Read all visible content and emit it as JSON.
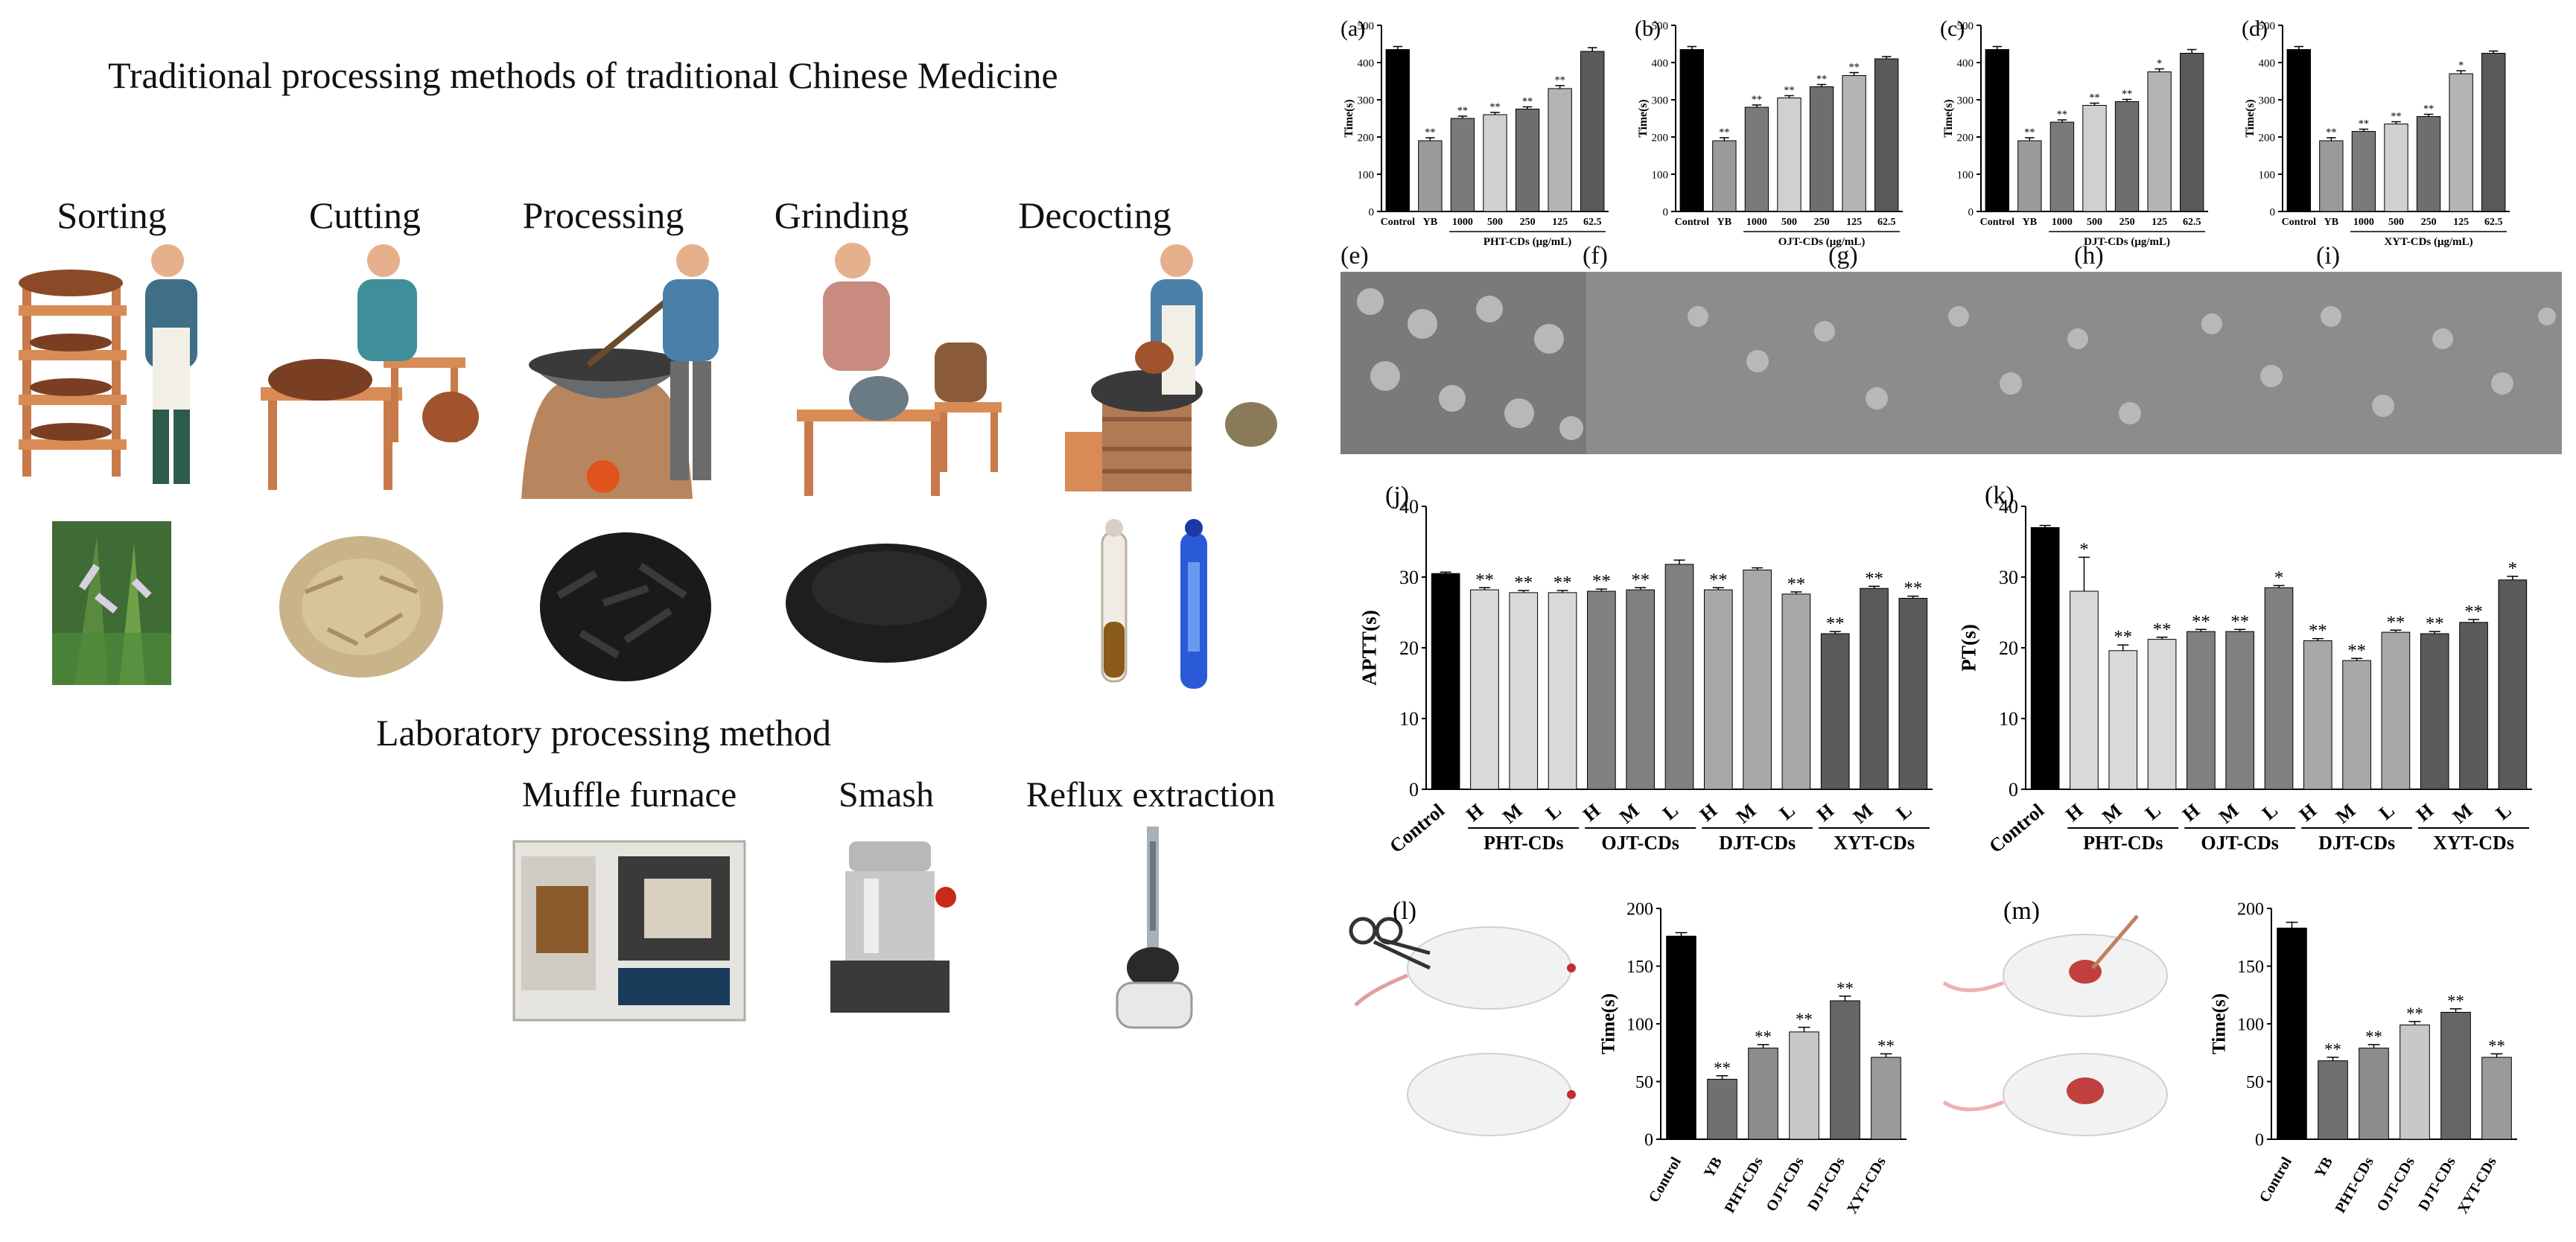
{
  "left": {
    "title": "Traditional processing methods of traditional Chinese Medicine",
    "steps": [
      "Sorting",
      "Cutting",
      "Processing",
      "Grinding",
      "Decocting"
    ],
    "lab_title": "Laboratory processing method",
    "lab_methods": [
      "Muffle furnace",
      "Smash",
      "Reflux extraction"
    ]
  },
  "sem_labels": [
    "(e)",
    "(f)",
    "(g)",
    "(h)",
    "(i)"
  ],
  "chart_data": [
    {
      "panel": "(a)",
      "type": "bar",
      "ylabel": "Time(s)",
      "ylim": [
        0,
        500
      ],
      "yticks": [
        0,
        100,
        200,
        300,
        400,
        500
      ],
      "categories": [
        "Control",
        "YB",
        "1000",
        "500",
        "250",
        "125",
        "62.5"
      ],
      "values": [
        435,
        190,
        250,
        260,
        275,
        330,
        430
      ],
      "errors": [
        8,
        8,
        6,
        6,
        6,
        8,
        10
      ],
      "marks": [
        "",
        "**",
        "**",
        "**",
        "**",
        "**",
        ""
      ],
      "colors": [
        "#000000",
        "#9a9a9a",
        "#7a7a7a",
        "#d0d0d0",
        "#6e6e6e",
        "#b4b4b4",
        "#5a5a5a"
      ],
      "group_label": "PHT-CDs (μg/mL)",
      "group_start": 2
    },
    {
      "panel": "(b)",
      "type": "bar",
      "ylabel": "Time(s)",
      "ylim": [
        0,
        500
      ],
      "yticks": [
        0,
        100,
        200,
        300,
        400,
        500
      ],
      "categories": [
        "Control",
        "YB",
        "1000",
        "500",
        "250",
        "125",
        "62.5"
      ],
      "values": [
        435,
        190,
        280,
        305,
        335,
        365,
        410
      ],
      "errors": [
        8,
        8,
        6,
        6,
        6,
        8,
        6
      ],
      "marks": [
        "",
        "**",
        "**",
        "**",
        "**",
        "**",
        ""
      ],
      "colors": [
        "#000000",
        "#9a9a9a",
        "#7a7a7a",
        "#d0d0d0",
        "#6e6e6e",
        "#b4b4b4",
        "#5a5a5a"
      ],
      "group_label": "OJT-CDs (μg/mL)",
      "group_start": 2
    },
    {
      "panel": "(c)",
      "type": "bar",
      "ylabel": "Time(s)",
      "ylim": [
        0,
        500
      ],
      "yticks": [
        0,
        100,
        200,
        300,
        400,
        500
      ],
      "categories": [
        "Control",
        "YB",
        "1000",
        "500",
        "250",
        "125",
        "62.5"
      ],
      "values": [
        435,
        190,
        240,
        285,
        295,
        375,
        425
      ],
      "errors": [
        8,
        8,
        6,
        6,
        6,
        8,
        10
      ],
      "marks": [
        "",
        "**",
        "**",
        "**",
        "**",
        "*",
        ""
      ],
      "colors": [
        "#000000",
        "#9a9a9a",
        "#7a7a7a",
        "#d0d0d0",
        "#6e6e6e",
        "#b4b4b4",
        "#5a5a5a"
      ],
      "group_label": "DJT-CDs (μg/mL)",
      "group_start": 2
    },
    {
      "panel": "(d)",
      "type": "bar",
      "ylabel": "Time(s)",
      "ylim": [
        0,
        500
      ],
      "yticks": [
        0,
        100,
        200,
        300,
        400,
        500
      ],
      "categories": [
        "Control",
        "YB",
        "1000",
        "500",
        "250",
        "125",
        "62.5"
      ],
      "values": [
        435,
        190,
        215,
        235,
        255,
        370,
        425
      ],
      "errors": [
        8,
        8,
        6,
        6,
        6,
        8,
        6
      ],
      "marks": [
        "",
        "**",
        "**",
        "**",
        "**",
        "*",
        ""
      ],
      "colors": [
        "#000000",
        "#9a9a9a",
        "#7a7a7a",
        "#d0d0d0",
        "#6e6e6e",
        "#b4b4b4",
        "#5a5a5a"
      ],
      "group_label": "XYT-CDs (μg/mL)",
      "group_start": 2
    },
    {
      "panel": "(j)",
      "type": "bar",
      "ylabel": "APTT(s)",
      "ylim": [
        0,
        40
      ],
      "yticks": [
        0,
        10,
        20,
        30,
        40
      ],
      "categories": [
        "Control",
        "H",
        "M",
        "L",
        "H",
        "M",
        "L",
        "H",
        "M",
        "L",
        "H",
        "M",
        "L"
      ],
      "values": [
        30.5,
        28.2,
        27.8,
        27.8,
        28.0,
        28.2,
        31.8,
        28.2,
        31.0,
        27.6,
        22.0,
        28.4,
        27.0
      ],
      "errors": [
        0.2,
        0.3,
        0.3,
        0.3,
        0.3,
        0.3,
        0.6,
        0.3,
        0.3,
        0.3,
        0.3,
        0.3,
        0.3
      ],
      "marks": [
        "",
        "**",
        "**",
        "**",
        "**",
        "**",
        "",
        "**",
        "",
        "**",
        "**",
        "**",
        "**"
      ],
      "colors": [
        "#000000",
        "#d9d9d9",
        "#d9d9d9",
        "#d9d9d9",
        "#808080",
        "#808080",
        "#808080",
        "#a8a8a8",
        "#a8a8a8",
        "#a8a8a8",
        "#5a5a5a",
        "#5a5a5a",
        "#5a5a5a"
      ],
      "groups": [
        "PHT-CDs",
        "OJT-CDs",
        "DJT-CDs",
        "XYT-CDs"
      ]
    },
    {
      "panel": "(k)",
      "type": "bar",
      "ylabel": "PT(s)",
      "ylim": [
        0,
        40
      ],
      "yticks": [
        0,
        10,
        20,
        30,
        40
      ],
      "categories": [
        "Control",
        "H",
        "M",
        "L",
        "H",
        "M",
        "L",
        "H",
        "M",
        "L",
        "H",
        "M",
        "L"
      ],
      "values": [
        37.0,
        28.0,
        19.6,
        21.2,
        22.3,
        22.3,
        28.5,
        21.0,
        18.2,
        22.2,
        22.0,
        23.6,
        29.6
      ],
      "errors": [
        0.3,
        4.8,
        0.8,
        0.3,
        0.3,
        0.3,
        0.3,
        0.3,
        0.3,
        0.3,
        0.3,
        0.4,
        0.5
      ],
      "marks": [
        "",
        "*",
        "**",
        "**",
        "**",
        "**",
        "*",
        "**",
        "**",
        "**",
        "**",
        "**",
        "*"
      ],
      "colors": [
        "#000000",
        "#d9d9d9",
        "#d9d9d9",
        "#d9d9d9",
        "#808080",
        "#808080",
        "#808080",
        "#a8a8a8",
        "#a8a8a8",
        "#a8a8a8",
        "#5a5a5a",
        "#5a5a5a",
        "#5a5a5a"
      ],
      "groups": [
        "PHT-CDs",
        "OJT-CDs",
        "DJT-CDs",
        "XYT-CDs"
      ]
    },
    {
      "panel": "(l)",
      "type": "bar",
      "ylabel": "Time(s)",
      "ylim": [
        0,
        200
      ],
      "yticks": [
        0,
        50,
        100,
        150,
        200
      ],
      "categories": [
        "Control",
        "YB",
        "PHT-CDs",
        "OJT-CDs",
        "DJT-CDs",
        "XYT-CDs"
      ],
      "values": [
        176,
        52,
        79,
        93,
        120,
        71
      ],
      "errors": [
        3,
        3,
        3,
        4,
        4,
        3
      ],
      "marks": [
        "",
        "**",
        "**",
        "**",
        "**",
        "**"
      ],
      "colors": [
        "#000000",
        "#707070",
        "#8c8c8c",
        "#c8c8c8",
        "#666666",
        "#9a9a9a"
      ]
    },
    {
      "panel": "(m)",
      "type": "bar",
      "ylabel": "Time(s)",
      "ylim": [
        0,
        200
      ],
      "yticks": [
        0,
        50,
        100,
        150,
        200
      ],
      "categories": [
        "Control",
        "YB",
        "PHT-CDs",
        "OJT-CDs",
        "DJT-CDs",
        "XYT-CDs"
      ],
      "values": [
        183,
        68,
        79,
        99,
        110,
        71
      ],
      "errors": [
        5,
        3,
        3,
        3,
        3,
        3
      ],
      "marks": [
        "",
        "**",
        "**",
        "**",
        "**",
        "**"
      ],
      "colors": [
        "#000000",
        "#707070",
        "#8c8c8c",
        "#c8c8c8",
        "#666666",
        "#9a9a9a"
      ]
    }
  ]
}
